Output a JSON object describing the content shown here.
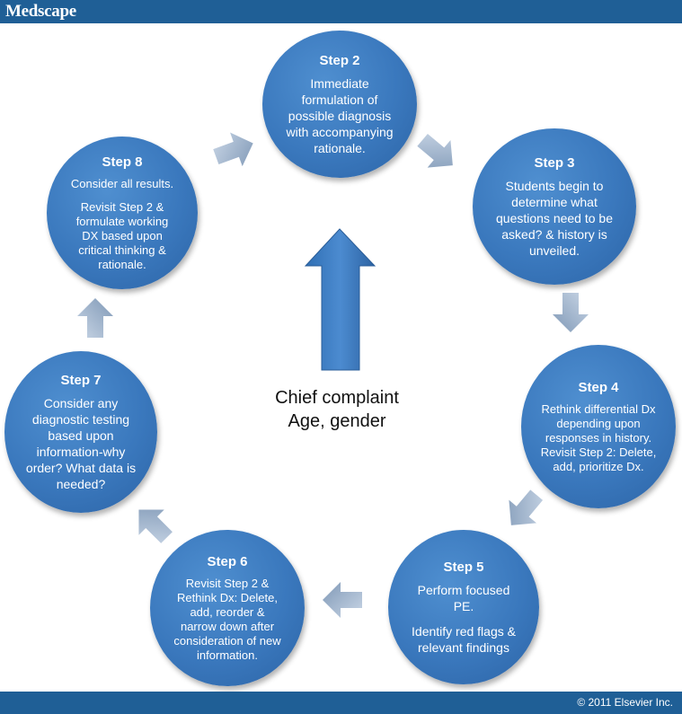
{
  "header": {
    "logo": "Medscape"
  },
  "footer": {
    "copyright": "© 2011 Elsevier Inc."
  },
  "center": {
    "line1": "Chief complaint",
    "line2": "Age, gender"
  },
  "colors": {
    "bar": "#1f5f96",
    "circle": "#3a78bd",
    "arrow": "#8ea6c2"
  },
  "steps": {
    "s2": {
      "title": "Step 2",
      "text": "Immediate formulation of possible diagnosis with accompanying rationale."
    },
    "s3": {
      "title": "Step 3",
      "text": "Students begin to determine what questions need to be asked? & history is unveiled."
    },
    "s4": {
      "title": "Step 4",
      "text": "Rethink differential Dx depending upon responses in history. Revisit Step 2: Delete, add, prioritize Dx."
    },
    "s5": {
      "title": "Step 5",
      "text1": "Perform focused PE.",
      "text2": "Identify red flags & relevant findings"
    },
    "s6": {
      "title": "Step 6",
      "text": "Revisit Step 2 & Rethink Dx: Delete, add, reorder & narrow down after consideration of new information."
    },
    "s7": {
      "title": "Step 7",
      "text": "Consider any diagnostic testing based upon information-why order? What data is needed?"
    },
    "s8": {
      "title": "Step 8",
      "text1": "Consider all results.",
      "text2": "Revisit Step 2 & formulate working DX based upon critical thinking & rationale."
    }
  }
}
